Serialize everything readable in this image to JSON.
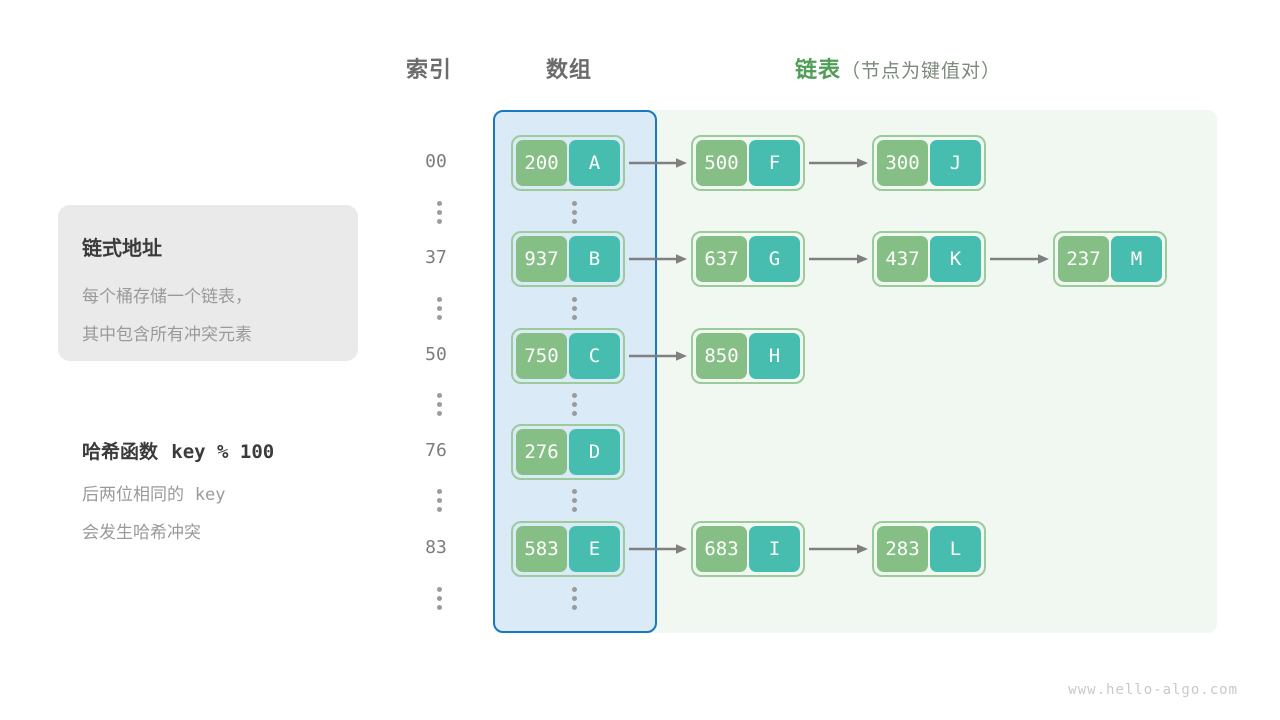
{
  "headers": {
    "index": "索引",
    "array": "数组",
    "linked_list_main": "链表",
    "linked_list_sub": "（节点为键值对）"
  },
  "info_card": {
    "title": "链式地址",
    "line1": "每个桶存储一个链表，",
    "line2": "其中包含所有冲突元素"
  },
  "hash_block": {
    "title_label": "哈希函数",
    "title_formula": "key % 100",
    "line1_a": "后两位相同的",
    "line1_b": "key",
    "line2": "会发生哈希冲突"
  },
  "colors": {
    "key_box": "#86bf85",
    "value_box": "#47bdb0",
    "node_border": "#9ccb9b",
    "array_panel_bg": "#dbeaf7",
    "array_panel_border": "#1878c4",
    "list_panel_bg": "#f1f8f1",
    "accent_green": "#4f9e55",
    "arrow": "#808080",
    "index_text": "#7d7d7d",
    "info_card_bg": "#eaeaea"
  },
  "buckets": [
    {
      "index": "00",
      "nodes": [
        {
          "key": "200",
          "value": "A"
        },
        {
          "key": "500",
          "value": "F"
        },
        {
          "key": "300",
          "value": "J"
        }
      ]
    },
    {
      "index": "37",
      "nodes": [
        {
          "key": "937",
          "value": "B"
        },
        {
          "key": "637",
          "value": "G"
        },
        {
          "key": "437",
          "value": "K"
        },
        {
          "key": "237",
          "value": "M"
        }
      ]
    },
    {
      "index": "50",
      "nodes": [
        {
          "key": "750",
          "value": "C"
        },
        {
          "key": "850",
          "value": "H"
        }
      ]
    },
    {
      "index": "76",
      "nodes": [
        {
          "key": "276",
          "value": "D"
        }
      ]
    },
    {
      "index": "83",
      "nodes": [
        {
          "key": "583",
          "value": "E"
        },
        {
          "key": "683",
          "value": "I"
        },
        {
          "key": "283",
          "value": "L"
        }
      ]
    }
  ],
  "watermark": "www.hello-algo.com"
}
